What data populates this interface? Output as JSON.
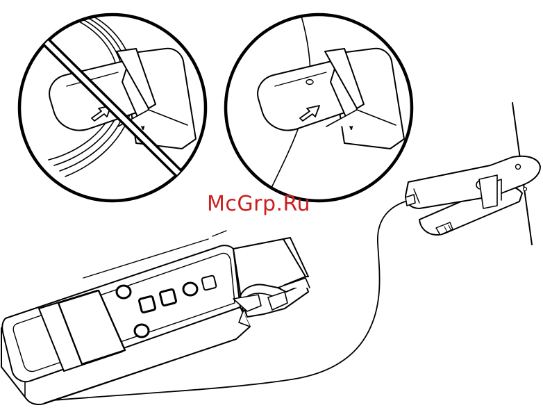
{
  "watermark": {
    "text": "McGrp.Ru"
  },
  "panels": {
    "incorrect": {
      "meaning": "incorrect"
    },
    "correct": {
      "meaning": "correct"
    }
  },
  "icons": {
    "prohibition": "prohibition-slash-icon",
    "insert_arrow": "arrow-up-right-icon"
  },
  "colors": {
    "line": "#000000",
    "background": "#ffffff",
    "watermark": "#cc1e1e"
  }
}
